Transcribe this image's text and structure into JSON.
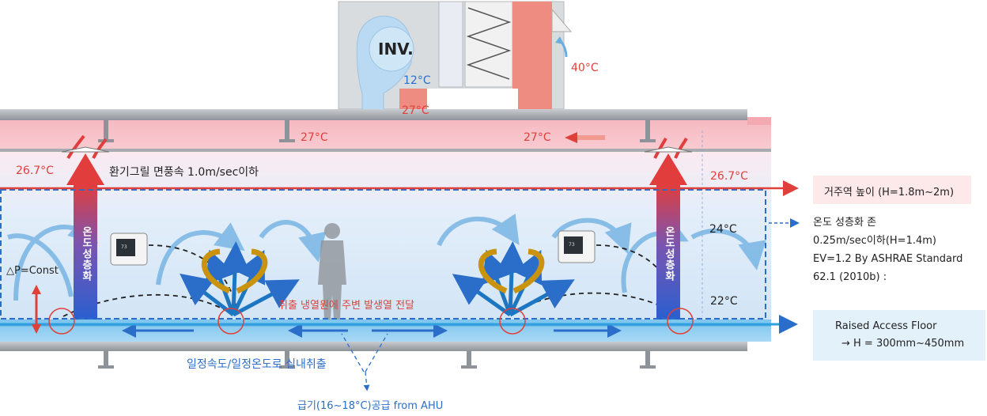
{
  "unit": {
    "label": "INV.",
    "temp_outdoor": "40°C",
    "temp_supply": "12°C",
    "temp_return_left": "27°C",
    "temp_return_duct": "27°C"
  },
  "ceiling": {
    "temp_center": "27°C",
    "temp_left": "26.7°C",
    "temp_right": "26.7°C",
    "grille_note": "환기그릴 면풍속 1.0m/sec이하"
  },
  "zone": {
    "temp_upper": "24°C",
    "temp_lower": "22°C",
    "dp_label": "△P=Const",
    "stratification_label": "온도성층화",
    "heat_transfer_note": "취출 냉열원에 주변 발생열 전달",
    "thermostat_display": "73"
  },
  "floor": {
    "outlet_note": "일정속도/일정온도로 실내취출",
    "supply_note": "급기(16~18°C)공급 from AHU"
  },
  "callouts": {
    "occupied_height": "거주역 높이 (H=1.8m~2m)",
    "strat_title": "온도 성층화 존",
    "strat_line2": "0.25m/sec이하(H=1.4m)",
    "strat_line3": "EV=1.2 By ASHRAE Standard",
    "strat_line4": "62.1 (2010b) :",
    "raf_line1": "Raised Access Floor",
    "raf_line2": "→ H = 300mm~450mm"
  },
  "colors": {
    "hot": "#e0403a",
    "cold": "#2a6ec9",
    "duct_red": "#ee8c82",
    "duct_blue": "#b9daf2",
    "box_pink": "#fde8ea",
    "box_blue": "#e3f1fb"
  }
}
